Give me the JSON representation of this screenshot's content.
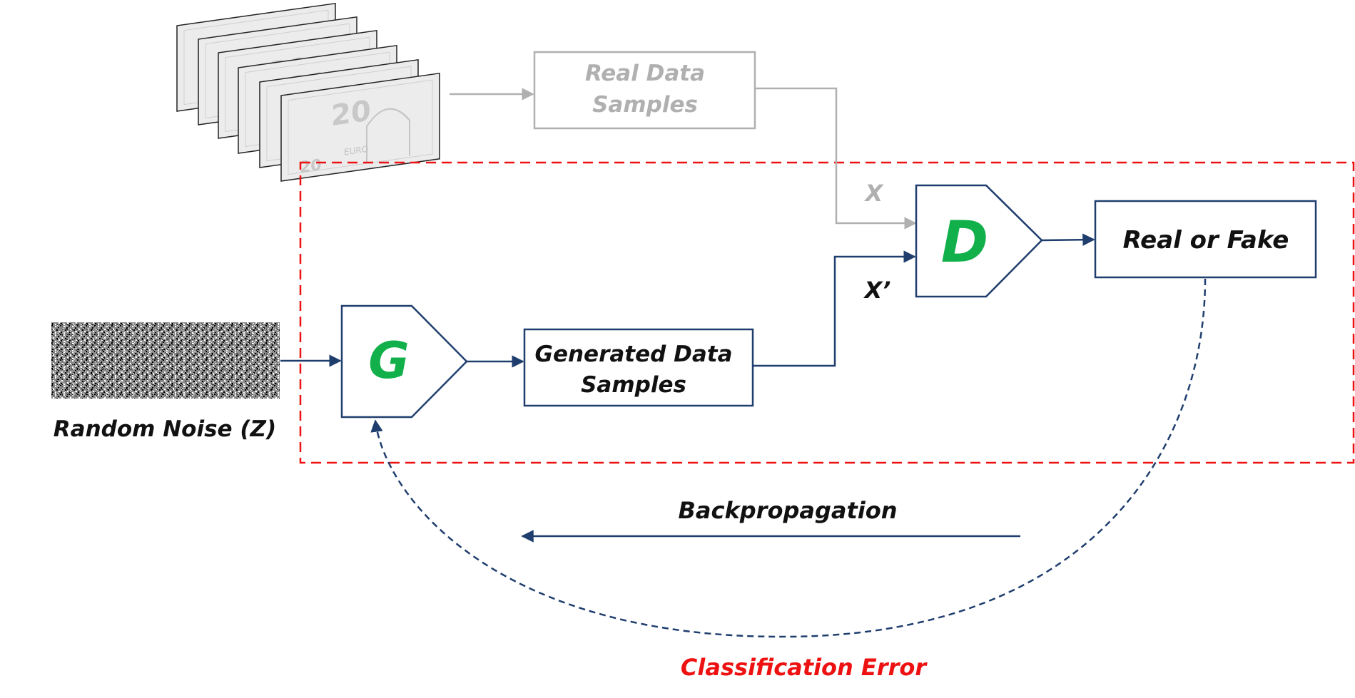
{
  "labels": {
    "real_data_line1": "Real Data",
    "real_data_line2": "Samples",
    "x": "X",
    "x_prime": "X’",
    "discriminator": "D",
    "generator": "G",
    "real_or_fake": "Real or Fake",
    "generated_line1": "Generated Data",
    "generated_line2": "Samples",
    "random_noise": "Random Noise (Z)",
    "backpropagation": "Backpropagation",
    "classification_error": "Classification Error",
    "banknote_value": "20",
    "banknote_word": "EURO"
  },
  "colors": {
    "navy": "#1f3e6e",
    "gray": "#b0b0b0",
    "green": "#11b04b",
    "red": "#ee1111",
    "black": "#111111"
  }
}
